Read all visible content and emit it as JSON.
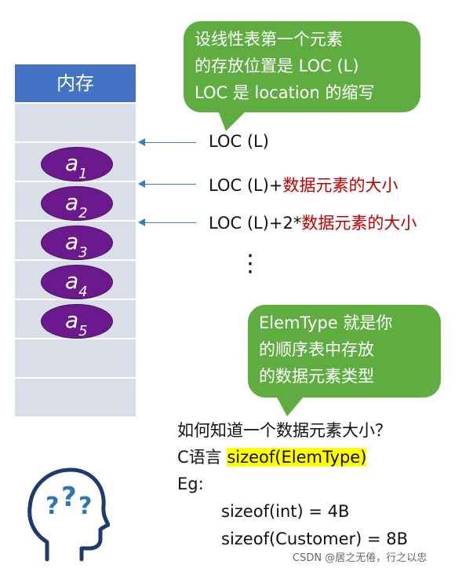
{
  "memory": {
    "header": "内存",
    "elements": [
      {
        "letter": "a",
        "index": "1"
      },
      {
        "letter": "a",
        "index": "2"
      },
      {
        "letter": "a",
        "index": "3"
      },
      {
        "letter": "a",
        "index": "4"
      },
      {
        "letter": "a",
        "index": "5"
      }
    ]
  },
  "addresses": {
    "loc0": "LOC (L)",
    "loc1_prefix": "LOC (L)+",
    "loc1_red": "数据元素的大小",
    "loc2_prefix": "LOC (L)+2*",
    "loc2_red": "数据元素的大小",
    "ellipsis": "⋮"
  },
  "callout_top": {
    "lines": [
      "设线性表第一个元素",
      "的存放位置是 LOC (L)",
      "LOC 是 location 的缩写"
    ],
    "color": "#5fad41"
  },
  "callout_bottom": {
    "lines": [
      "ElemType 就是你",
      "的顺序表中存放",
      "的数据元素类型"
    ],
    "color": "#5fad41"
  },
  "explanation": {
    "question": "如何知道一个数据元素大小？",
    "c_lang_prefix": "C语言 ",
    "c_lang_code": "sizeof(ElemType)",
    "eg": "Eg:",
    "ex1": "sizeof(int) = 4B",
    "ex2": "sizeof(Customer) = 8B"
  },
  "watermark": "CSDN @居之无倦，行之以忠",
  "colors": {
    "memory_header": "#4472c4",
    "memory_cell": "#d9dee8",
    "element_oval": "#6a1a8c",
    "arrow": "#3b7bbf",
    "highlight": "#ffff00",
    "red_text": "#c00000"
  }
}
